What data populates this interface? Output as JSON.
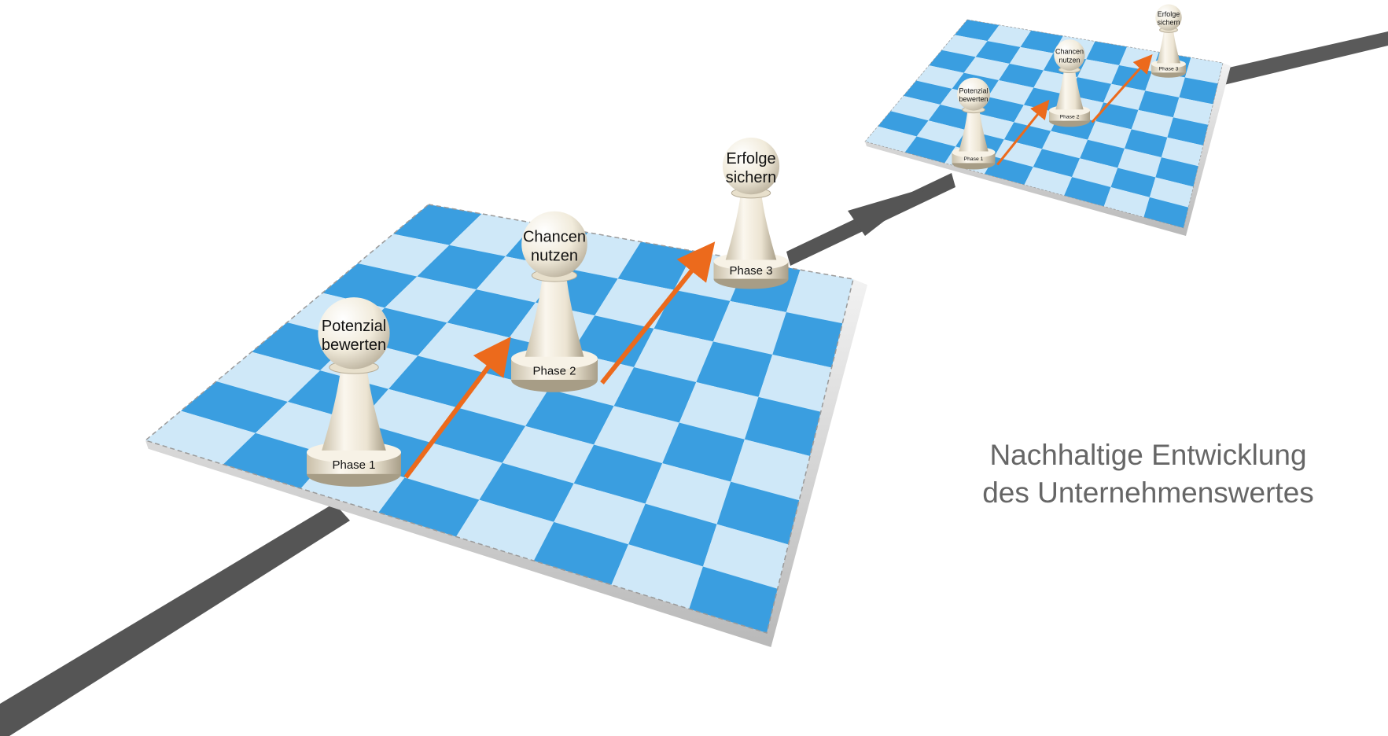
{
  "big_board": {
    "pieces": [
      {
        "label_top": "Potenzial",
        "label_bottom": "bewerten",
        "phase": "Phase 1"
      },
      {
        "label_top": "Chancen",
        "label_bottom": "nutzen",
        "phase": "Phase 2"
      },
      {
        "label_top": "Erfolge",
        "label_bottom": "sichern",
        "phase": "Phase 3"
      }
    ]
  },
  "small_board": {
    "pieces": [
      {
        "label_top": "Potenzial",
        "label_bottom": "bewerten",
        "phase": "Phase 1"
      },
      {
        "label_top": "Chancen",
        "label_bottom": "nutzen",
        "phase": "Phase 2"
      },
      {
        "label_top": "Erfolge",
        "label_bottom": "sichern",
        "phase": "Phase 3"
      }
    ]
  },
  "caption": {
    "line1": "Nachhaltige Entwicklung",
    "line2": "des Unternehmenswertes"
  },
  "colors": {
    "square_dark": "#3a9ee0",
    "square_light": "#cfe8f8",
    "arrow": "#ec6a1c",
    "timeline": "#555555",
    "pawn": "#f4efe2"
  }
}
